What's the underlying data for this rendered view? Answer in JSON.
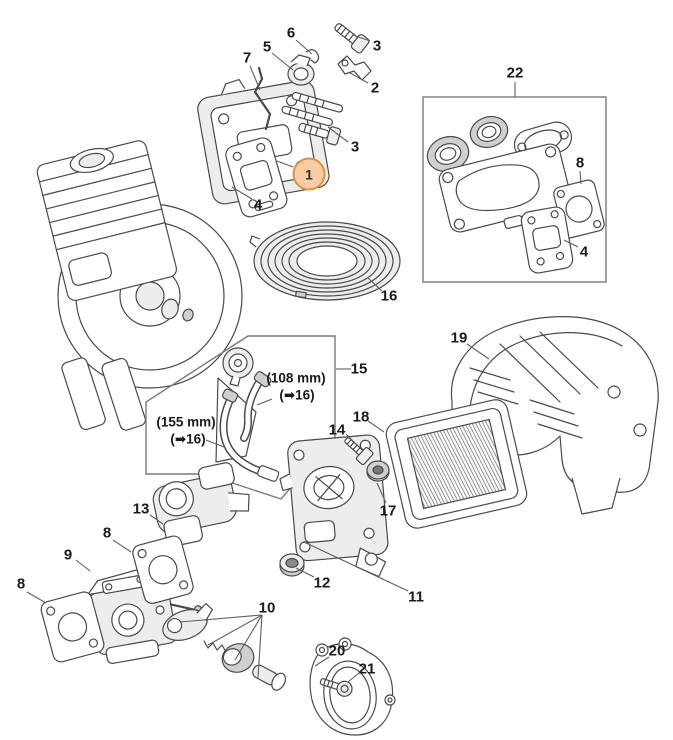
{
  "diagram": {
    "background": "#ffffff",
    "line_color": "#4a4a4a",
    "highlight": {
      "fill": "#f6cda4",
      "stroke": "#e0913f"
    },
    "callouts": [
      {
        "text": "5"
      },
      {
        "text": "6"
      },
      {
        "text": "7"
      },
      {
        "text": "3"
      },
      {
        "text": "2"
      },
      {
        "text": "3"
      },
      {
        "text": "1",
        "highlighted": true
      },
      {
        "text": "4"
      },
      {
        "text": "22"
      },
      {
        "text": "8"
      },
      {
        "text": "4"
      },
      {
        "text": "16"
      },
      {
        "text": "15"
      },
      {
        "text": "19"
      },
      {
        "text": "18"
      },
      {
        "text": "14"
      },
      {
        "text": "17"
      },
      {
        "text": "13"
      },
      {
        "text": "8"
      },
      {
        "text": "9"
      },
      {
        "text": "8"
      },
      {
        "text": "12"
      },
      {
        "text": "11"
      },
      {
        "text": "10"
      },
      {
        "text": "20"
      },
      {
        "text": "21"
      }
    ],
    "annotations": [
      {
        "text": "(108 mm)"
      },
      {
        "text": "(➡16)"
      },
      {
        "text": "(155 mm)"
      },
      {
        "text": "(➡16)"
      }
    ]
  }
}
